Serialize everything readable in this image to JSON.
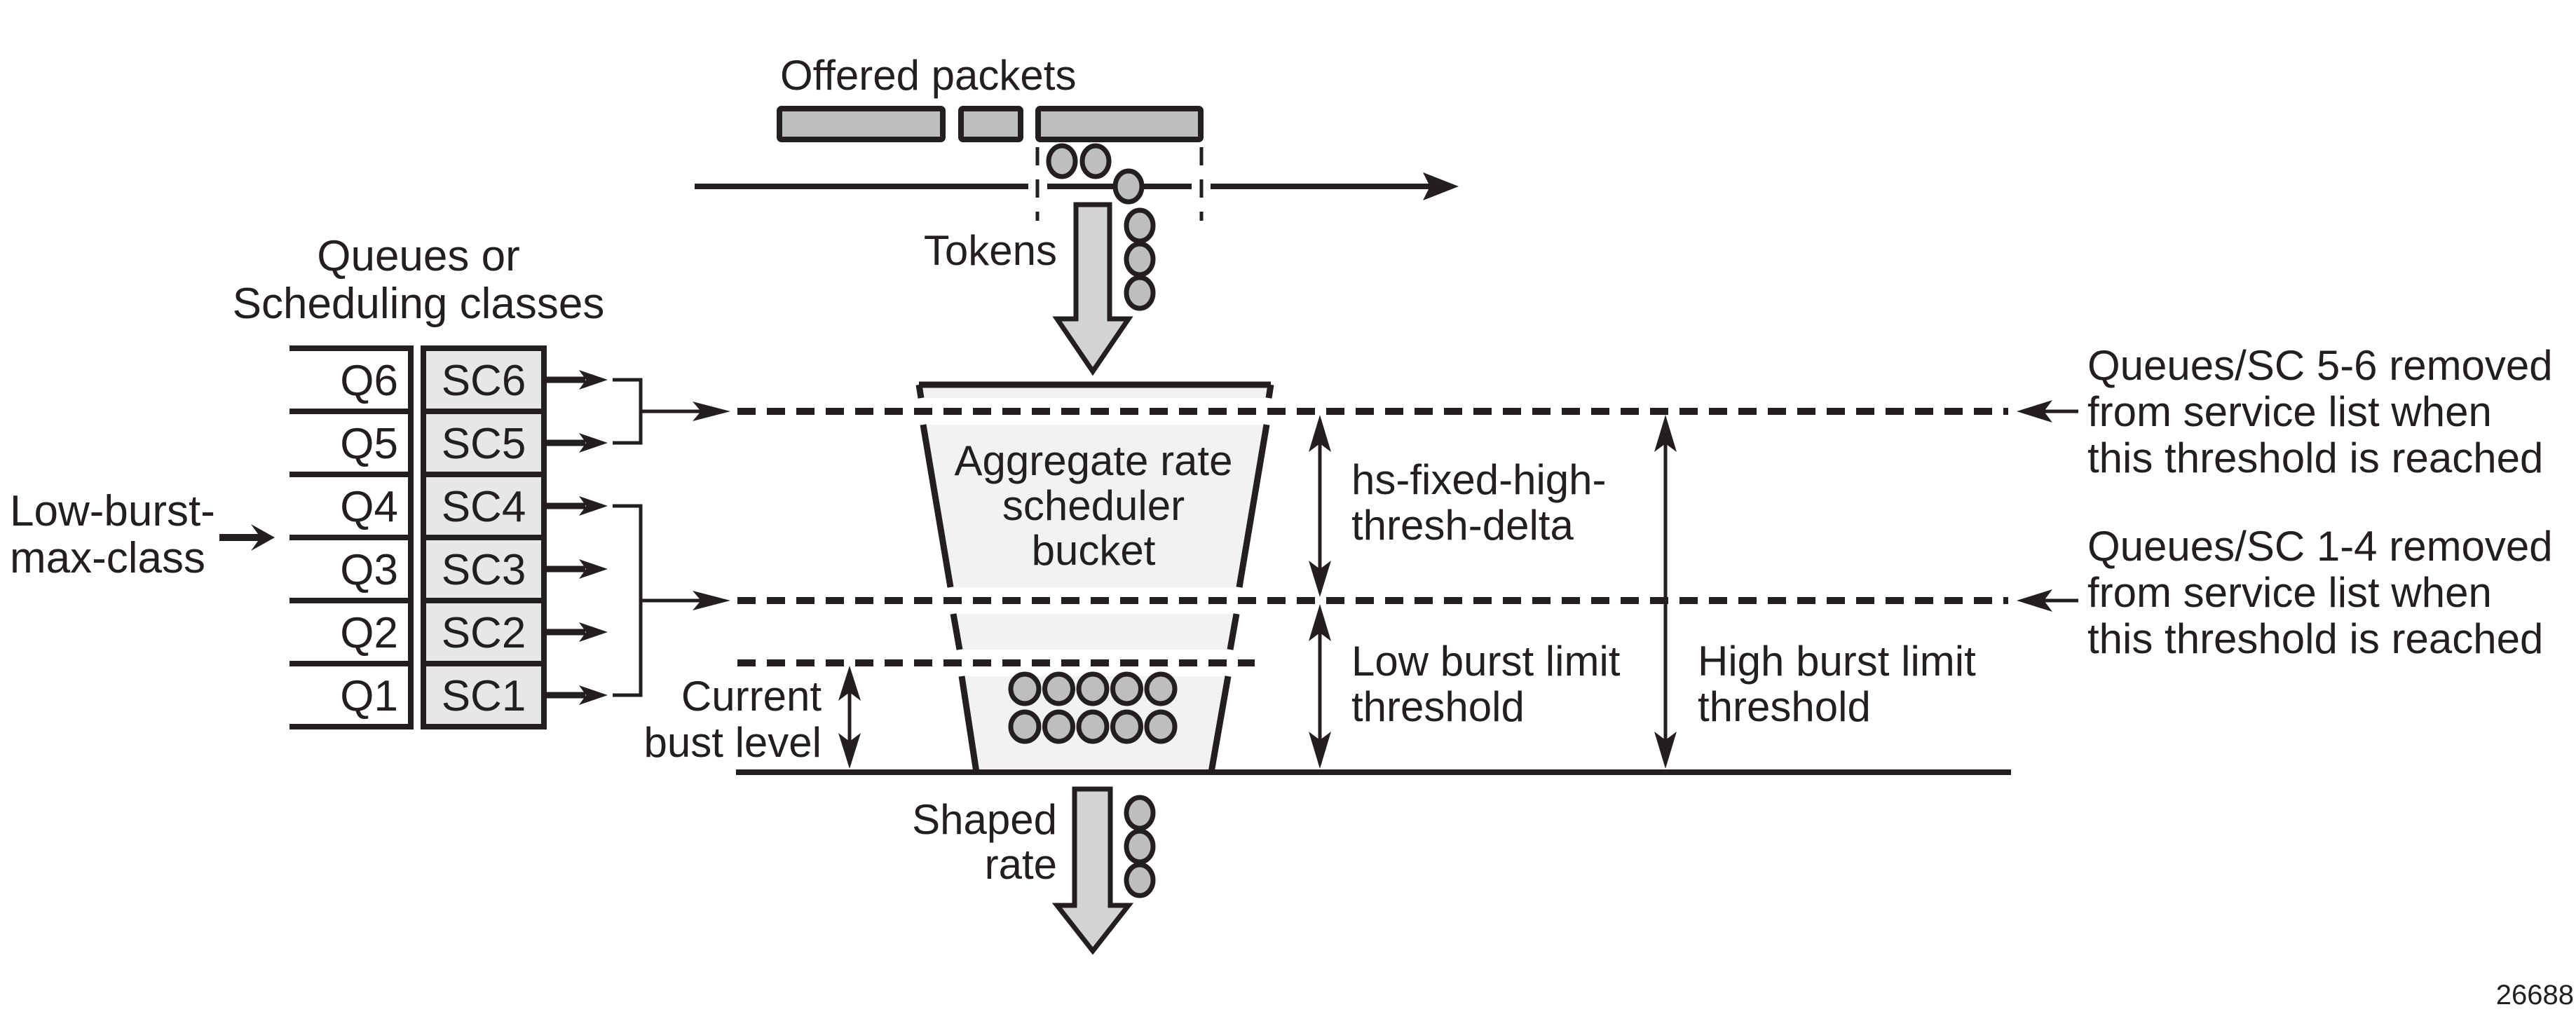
{
  "diagram": {
    "figure_id": "26688",
    "colors": {
      "ink": "#231f20",
      "packet_fill": "#bcbec0",
      "token_fill": "#bcbec0",
      "arrow_fill": "#d1d3d4",
      "bucket_fill": "#f1f2f2",
      "class_fill": "#e6e7e8"
    },
    "offered_packets": {
      "label": "Offered packets",
      "packet_count": 3
    },
    "tokens": {
      "label": "Tokens"
    },
    "queues_header": {
      "line1": "Queues or",
      "line2": "Scheduling classes"
    },
    "queues": [
      {
        "queue": "Q6",
        "class": "SC6"
      },
      {
        "queue": "Q5",
        "class": "SC5"
      },
      {
        "queue": "Q4",
        "class": "SC4"
      },
      {
        "queue": "Q3",
        "class": "SC3"
      },
      {
        "queue": "Q2",
        "class": "SC2"
      },
      {
        "queue": "Q1",
        "class": "SC1"
      }
    ],
    "low_burst_max_class": {
      "line1": "Low-burst-",
      "line2": "max-class"
    },
    "bucket": {
      "line1": "Aggregate rate",
      "line2": "scheduler",
      "line3": "bucket",
      "token_count": 10
    },
    "current_burst": {
      "line1": "Current",
      "line2": "bust level"
    },
    "hs_delta": {
      "line1": "hs-fixed-high-",
      "line2": "thresh-delta"
    },
    "low_burst_limit": {
      "line1": "Low burst limit",
      "line2": "threshold"
    },
    "high_burst_limit": {
      "line1": "High burst limit",
      "line2": "threshold"
    },
    "note_high": {
      "line1": "Queues/SC 5-6 removed",
      "line2": "from service list when",
      "line3": "this threshold is reached"
    },
    "note_low": {
      "line1": "Queues/SC 1-4 removed",
      "line2": "from service list when",
      "line3": "this threshold is reached"
    },
    "shaped_rate": {
      "line1": "Shaped",
      "line2": "rate"
    }
  }
}
